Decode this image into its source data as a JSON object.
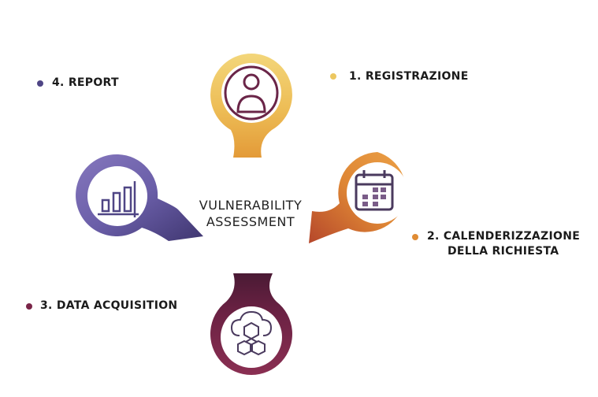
{
  "center": {
    "line1": "VULNERABILITY",
    "line2": "ASSESSMENT"
  },
  "steps": [
    {
      "label": "1. REGISTRAZIONE",
      "color": "#ecc760",
      "icon": "user-icon"
    },
    {
      "label_line1": "2. CALENDERIZZAZIONE",
      "label_line2": "DELLA RICHIESTA",
      "color": "#e08c34",
      "icon": "calendar-icon"
    },
    {
      "label": "3. DATA ACQUISITION",
      "color": "#7a2548",
      "icon": "cloud-cubes-icon"
    },
    {
      "label": "4. REPORT",
      "color": "#4f4585",
      "icon": "bar-chart-icon"
    }
  ]
}
